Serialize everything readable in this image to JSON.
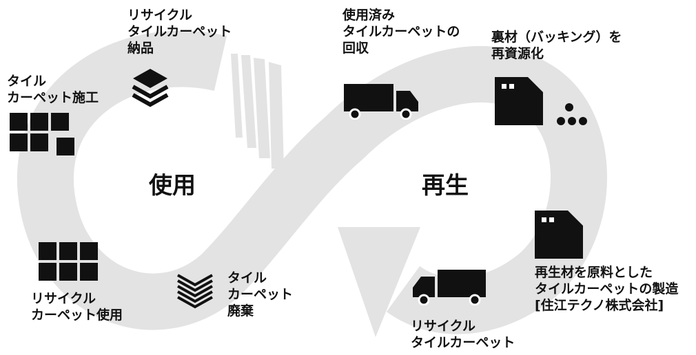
{
  "center_labels": {
    "use": "使用",
    "regen": "再生"
  },
  "steps": {
    "recycled_delivery": "リサイクル\nタイルカーペット\n納品",
    "installation": "タイル\nカーペット施工",
    "recycled_use": "リサイクル\nカーペット使用",
    "disposal": "タイル\nカーペット\n廃棄",
    "collection": "使用済み\nタイルカーペットの\n回収",
    "backing_recycle": "裏材（バッキング）を\n再資源化",
    "manufacturing": "再生材を原料とした\nタイルカーペットの製造\n[住江テクノ株式会社]",
    "recycled_carpet": "リサイクル\nタイルカーペット"
  },
  "colors": {
    "loop": "#e3e3e3",
    "ink": "#111111"
  }
}
